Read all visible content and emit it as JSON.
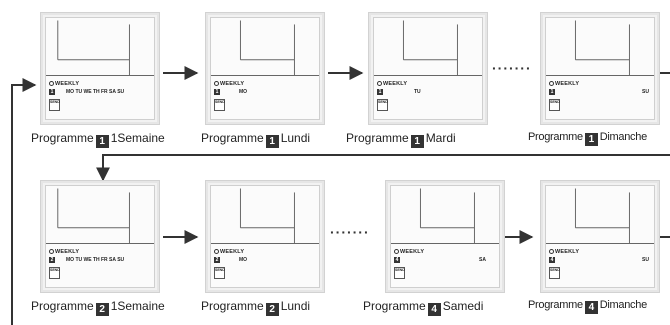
{
  "lcd": {
    "weekly_label": "WEEKLY",
    "send_label": "SEND"
  },
  "row1": [
    {
      "prefix": "Programme",
      "program": "1",
      "label": "1Semaine",
      "days": "MO TU WE TH FR SA SU"
    },
    {
      "prefix": "Programme",
      "program": "1",
      "label": "Lundi",
      "days": "MO"
    },
    {
      "prefix": "Programme",
      "program": "1",
      "label": "Mardi",
      "days": "TU"
    },
    {
      "prefix": "Programme",
      "program": "1",
      "label": "Dimanche",
      "days": "SU"
    }
  ],
  "row2": [
    {
      "prefix": "Programme",
      "program": "2",
      "label": "1Semaine",
      "days": "MO TU WE TH FR SA SU"
    },
    {
      "prefix": "Programme",
      "program": "2",
      "label": "Lundi",
      "days": "MO"
    },
    {
      "prefix": "Programme",
      "program": "4",
      "label": "Samedi",
      "days": "SA"
    },
    {
      "prefix": "Programme",
      "program": "4",
      "label": "Dimanche",
      "days": "SU"
    }
  ],
  "ellipsis": "·······",
  "colors": {
    "line": "#333333",
    "panel": "#f2f2f2",
    "badge": "#333333"
  }
}
